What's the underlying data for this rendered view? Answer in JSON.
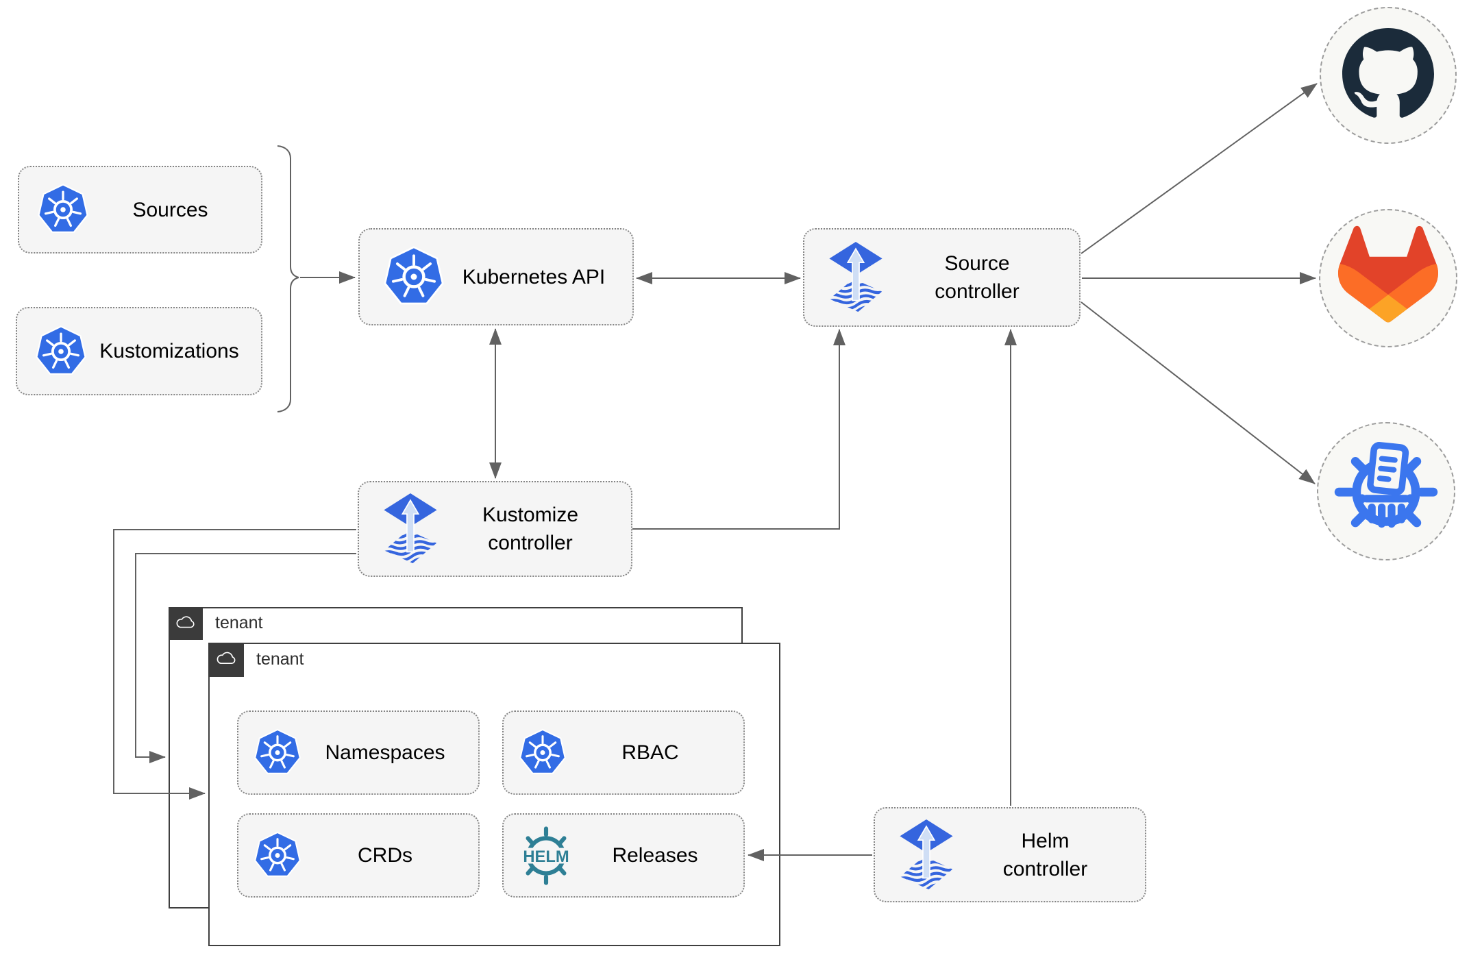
{
  "nodes": {
    "sources": {
      "label": "Sources"
    },
    "kustomizations": {
      "label": "Kustomizations"
    },
    "kubernetes_api": {
      "label": "Kubernetes API"
    },
    "source_controller": {
      "label": "Source\ncontroller"
    },
    "kustomize_controller": {
      "label": "Kustomize\ncontroller"
    },
    "helm_controller": {
      "label": "Helm\ncontroller"
    },
    "namespaces": {
      "label": "Namespaces"
    },
    "rbac": {
      "label": "RBAC"
    },
    "crds": {
      "label": "CRDs"
    },
    "releases": {
      "label": "Releases"
    }
  },
  "groups": {
    "back_tenant": {
      "label": "tenant"
    },
    "front_tenant": {
      "label": "tenant"
    }
  },
  "icons": {
    "kubernetes": "kubernetes-wheel-icon",
    "flux": "flux-diamond-arrow-icon",
    "helm": "helm-wheel-icon",
    "helm_logo_text": "HELM",
    "github": "github-octocat-icon",
    "gitlab": "gitlab-tanuki-icon",
    "registry": "chart-registry-wheel-icon",
    "cloud": "cloud-icon"
  },
  "colors": {
    "kubernetes_blue": "#326ce5",
    "flux_blue": "#3565de",
    "flux_arrow_light": "#cfdef5",
    "helm_teal": "#2e7f95",
    "github_navy": "#1b2b3a",
    "gitlab_red": "#e24329",
    "gitlab_orange": "#fc6d26",
    "gitlab_yellow": "#fca326",
    "registry_blue": "#3b76ee",
    "connector_gray": "#616161",
    "node_fill": "#f5f5f5",
    "tenant_badge_dark": "#3b3b3b"
  }
}
